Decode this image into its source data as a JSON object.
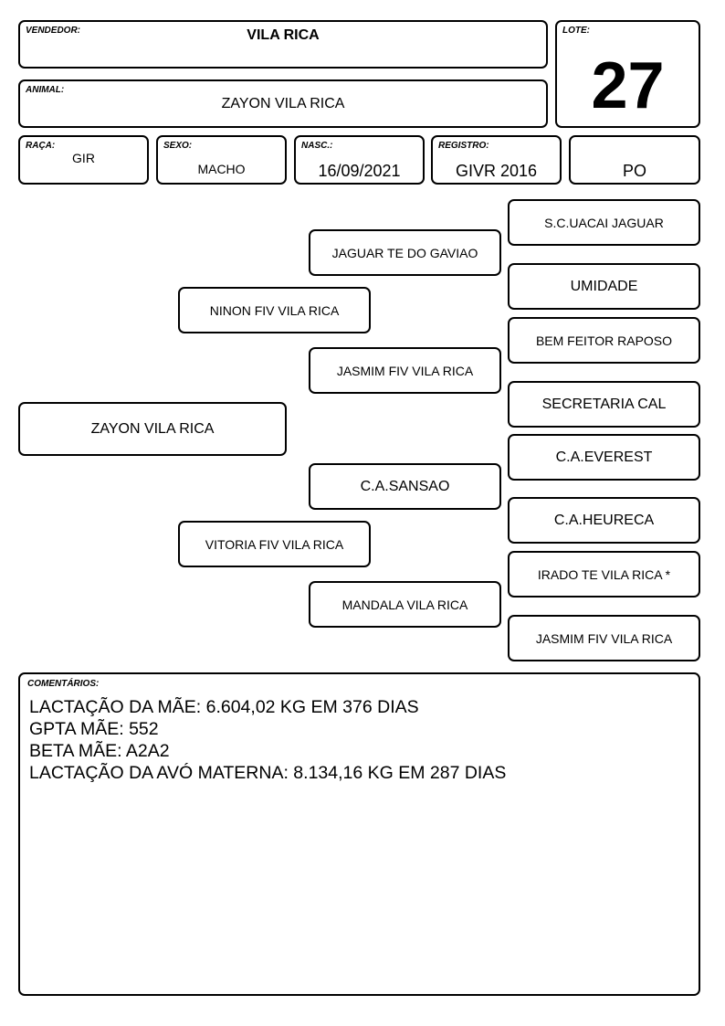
{
  "header": {
    "vendedor": {
      "label": "VENDEDOR:",
      "value": "VILA RICA"
    },
    "animal": {
      "label": "ANIMAL:",
      "value": "ZAYON VILA RICA"
    },
    "lote": {
      "label": "LOTE:",
      "value": "27"
    }
  },
  "info": {
    "raca": {
      "label": "RAÇA:",
      "value": "GIR"
    },
    "sexo": {
      "label": "SEXO:",
      "value": "MACHO"
    },
    "nasc": {
      "label": "NASC.:",
      "value": "16/09/2021"
    },
    "registro": {
      "label": "REGISTRO:",
      "value": "GIVR 2016"
    },
    "tipo": {
      "value": "PO"
    }
  },
  "pedigree": {
    "animal": "ZAYON VILA RICA",
    "sire": "NINON FIV VILA RICA",
    "dam": "VITORIA FIV VILA RICA",
    "sire_sire": "JAGUAR TE DO GAVIAO",
    "sire_dam": "JASMIM FIV VILA RICA",
    "dam_sire": "C.A.SANSAO",
    "dam_dam": "MANDALA VILA RICA",
    "gg1": "S.C.UACAI JAGUAR",
    "gg2": "UMIDADE",
    "gg3": "BEM FEITOR RAPOSO",
    "gg4": "SECRETARIA CAL",
    "gg5": "C.A.EVEREST",
    "gg6": "C.A.HEURECA",
    "gg7": "IRADO TE VILA RICA *",
    "gg8": "JASMIM FIV VILA RICA"
  },
  "comments": {
    "label": "COMENTÁRIOS:",
    "lines": [
      "LACTAÇÃO DA MÃE: 6.604,02 KG EM 376 DIAS",
      "GPTA MÃE: 552",
      "BETA MÃE: A2A2",
      "LACTAÇÃO DA AVÓ MATERNA: 8.134,16 KG EM 287 DIAS"
    ]
  }
}
